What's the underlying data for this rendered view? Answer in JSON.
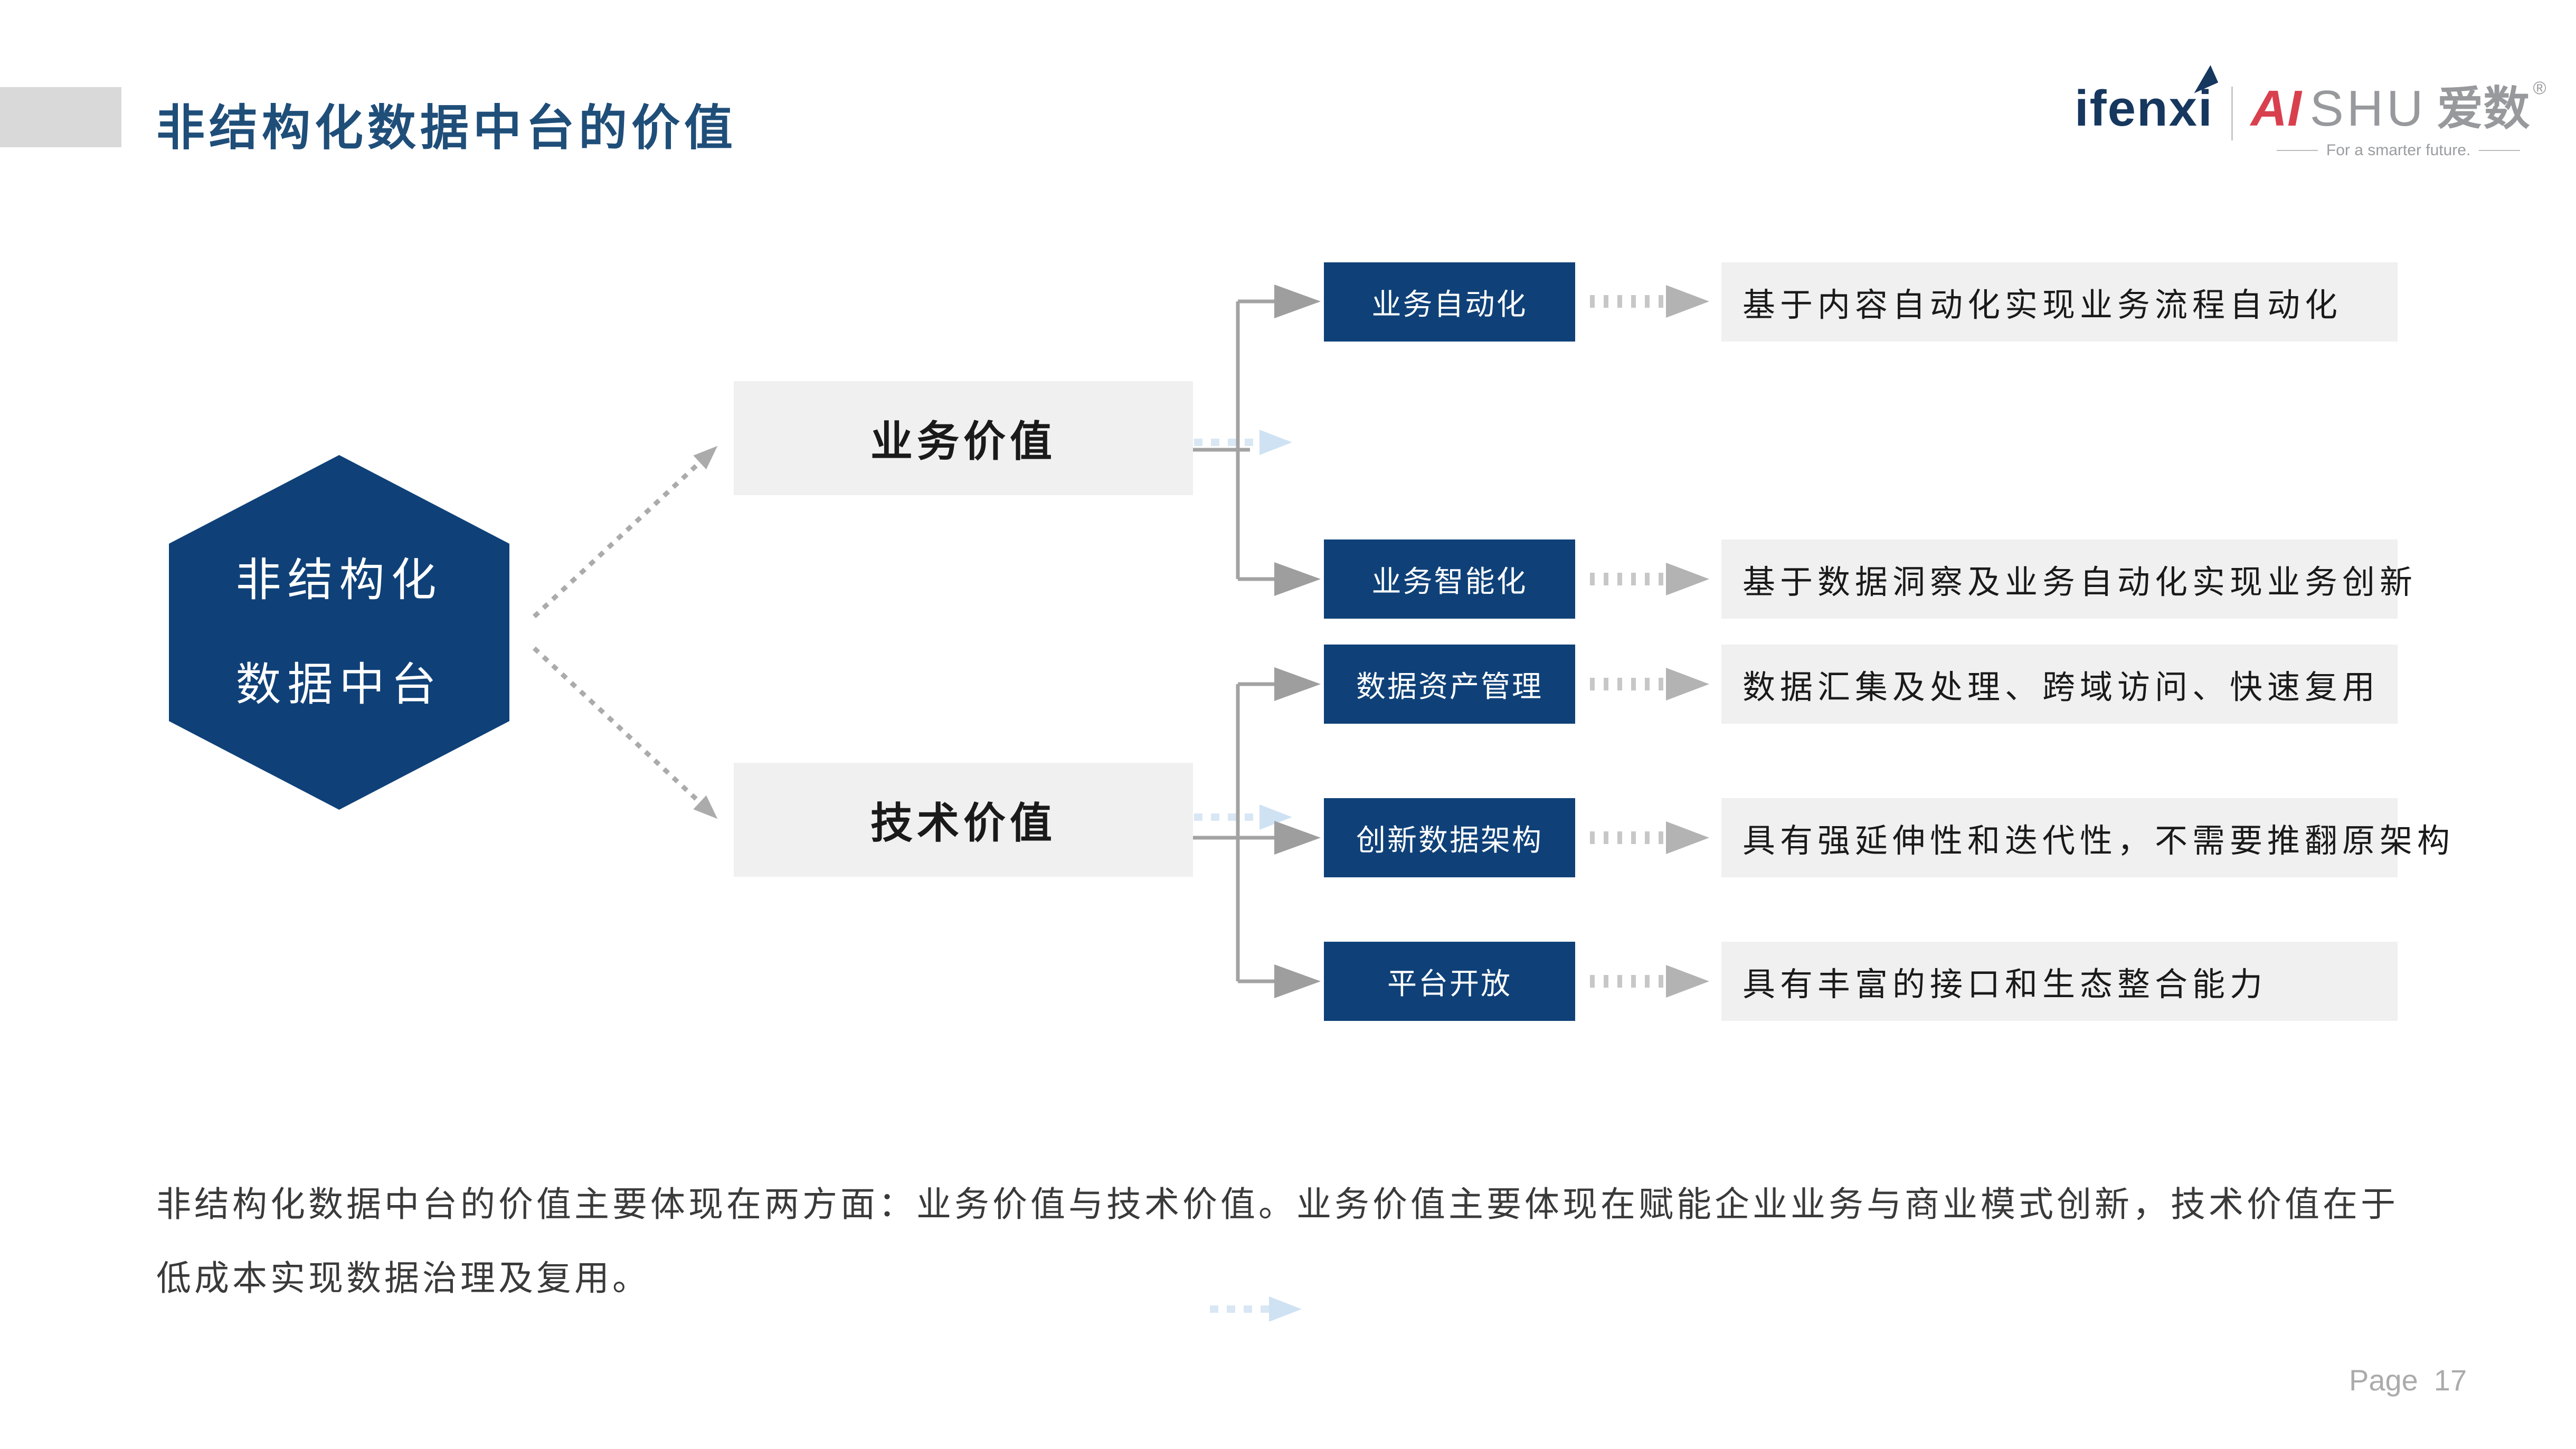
{
  "page": {
    "title": "非结构化数据中台的价值",
    "footer_label": "Page",
    "footer_number": "17"
  },
  "logo": {
    "ifenxi": "ifenxi",
    "aishu_ai": "AI",
    "aishu_shu": "SHU",
    "aishu_cn": "爱数",
    "registered_mark": "®",
    "tagline": "For a smarter future."
  },
  "diagram": {
    "root": {
      "line1": "非结构化",
      "line2": "数据中台"
    },
    "branches": [
      {
        "label": "业务价值"
      },
      {
        "label": "技术价值"
      }
    ],
    "nodes": [
      {
        "label": "业务自动化",
        "desc": "基于内容自动化实现业务流程自动化"
      },
      {
        "label": "业务智能化",
        "desc": "基于数据洞察及业务自动化实现业务创新"
      },
      {
        "label": "数据资产管理",
        "desc": "数据汇集及处理、跨域访问、快速复用"
      },
      {
        "label": "创新数据架构",
        "desc": "具有强延伸性和迭代性，不需要推翻原架构"
      },
      {
        "label": "平台开放",
        "desc": "具有丰富的接口和生态整合能力"
      }
    ]
  },
  "summary": {
    "line1": "非结构化数据中台的价值主要体现在两方面：业务价值与技术价值。业务价值主要体现在赋能企业业务与商业模式创新，技术价值在于",
    "line2": "低成本实现数据治理及复用。"
  },
  "colors": {
    "navy": "#0F4178",
    "title_navy": "#1F4E79",
    "box_gray": "#F0F0F0",
    "tab_gray": "#D9D9D9",
    "connector_gray": "#A3A3A3",
    "faint_blue": "#D9E7F4",
    "logo_red": "#D9404E",
    "logo_gray": "#97999C"
  }
}
